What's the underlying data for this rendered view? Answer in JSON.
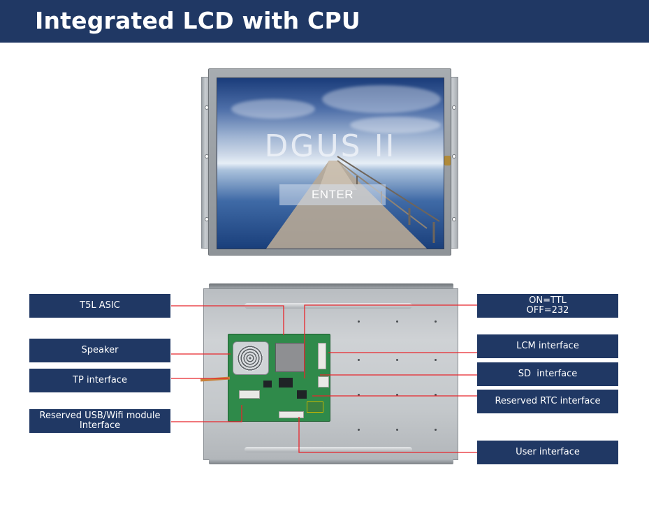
{
  "header": {
    "title": "Integrated LCD with CPU"
  },
  "front_display": {
    "logo_text": "DGUS II",
    "button_label": "ENTER"
  },
  "callouts_left": {
    "t5l_asic": "T5L ASIC",
    "speaker": "Speaker",
    "tp_interface": "TP interface",
    "reserved_usb_wifi": "Reserved USB/Wifi module\nInterface"
  },
  "callouts_right": {
    "on_off_ttl": "ON=TTL\nOFF=232",
    "lcm_interface": "LCM interface",
    "sd_interface": "SD  interface",
    "reserved_rtc": "Reserved RTC interface",
    "user_interface": "User interface"
  },
  "colors": {
    "brand_navy": "#203864",
    "leader_red": "#e8262c",
    "pcb_green": "#2f8a4a"
  },
  "icons": [
    "speaker-icon",
    "chip-icon"
  ]
}
